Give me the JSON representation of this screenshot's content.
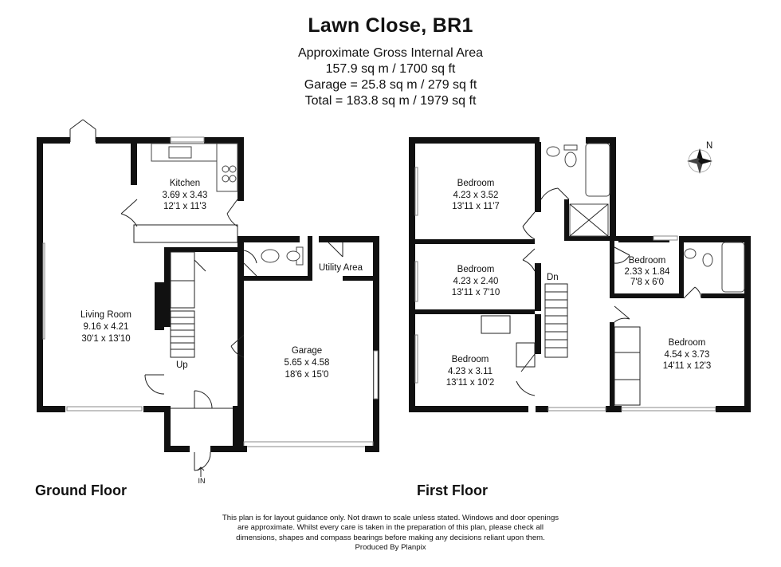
{
  "header": {
    "title": "Lawn Close, BR1",
    "area_lines": [
      "Approximate Gross Internal Area",
      "157.9 sq m / 1700 sq ft",
      "Garage =  25.8 sq m / 279 sq ft",
      "Total = 183.8 sq m / 1979 sq ft"
    ]
  },
  "ground_floor": {
    "label": "Ground Floor",
    "entrance": "IN",
    "stairs": "Up",
    "rooms": {
      "kitchen": {
        "name": "Kitchen",
        "metric": "3.69 x 3.43",
        "imperial": "12'1 x 11'3"
      },
      "living": {
        "name": "Living Room",
        "metric": "9.16 x 4.21",
        "imperial": "30'1 x 13'10"
      },
      "garage": {
        "name": "Garage",
        "metric": "5.65 x 4.58",
        "imperial": "18'6 x 15'0"
      },
      "utility": {
        "name": "Utility Area"
      }
    }
  },
  "first_floor": {
    "label": "First Floor",
    "stairs": "Dn",
    "compass": "N",
    "rooms": {
      "bed1": {
        "name": "Bedroom",
        "metric": "4.23 x 3.52",
        "imperial": "13'11 x 11'7"
      },
      "bed2": {
        "name": "Bedroom",
        "metric": "4.23 x 2.40",
        "imperial": "13'11 x 7'10"
      },
      "bed3": {
        "name": "Bedroom",
        "metric": "4.23 x 3.11",
        "imperial": "13'11 x 10'2"
      },
      "bed4": {
        "name": "Bedroom",
        "metric": "2.33 x 1.84",
        "imperial": "7'8 x 6'0"
      },
      "bed5": {
        "name": "Bedroom",
        "metric": "4.54 x 3.73",
        "imperial": "14'11 x 12'3"
      }
    }
  },
  "disclaimer": [
    "This plan is for layout guidance only. Not drawn to scale unless stated. Windows and door openings",
    "are approximate. Whilst every care is taken in the preparation of this plan, please check all",
    "dimensions, shapes and compass bearings before making any decisions reliant upon them.",
    "Produced By Planpix"
  ]
}
